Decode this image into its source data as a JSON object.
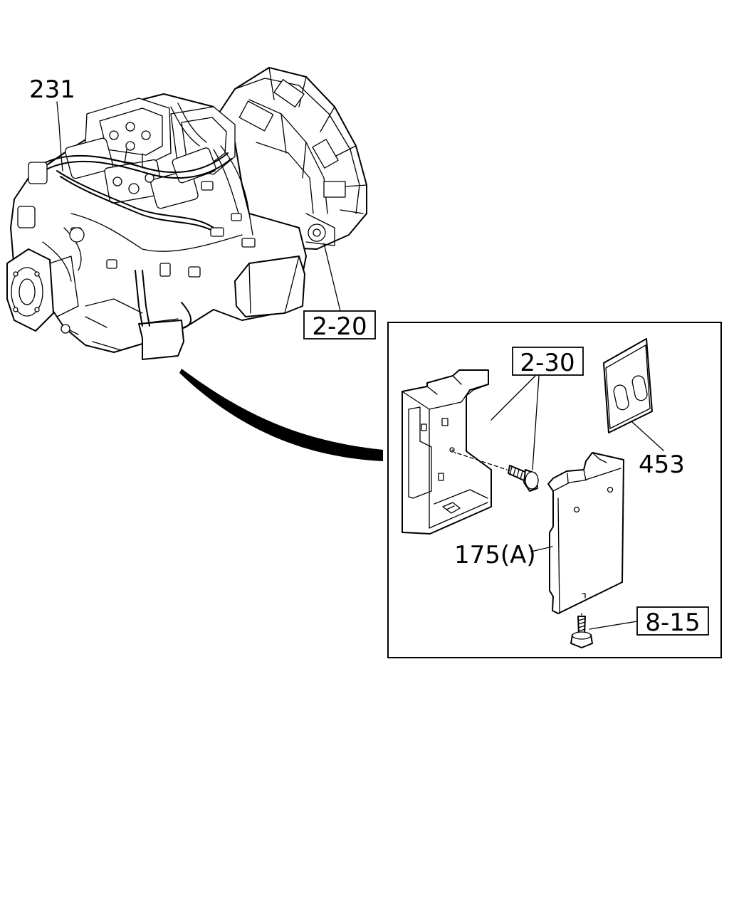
{
  "callouts": {
    "part_231": "231",
    "ref_2_20": "2-20",
    "ref_2_30": "2-30",
    "part_453": "453",
    "part_175a": "175(A)",
    "ref_8_15": "8-15"
  }
}
